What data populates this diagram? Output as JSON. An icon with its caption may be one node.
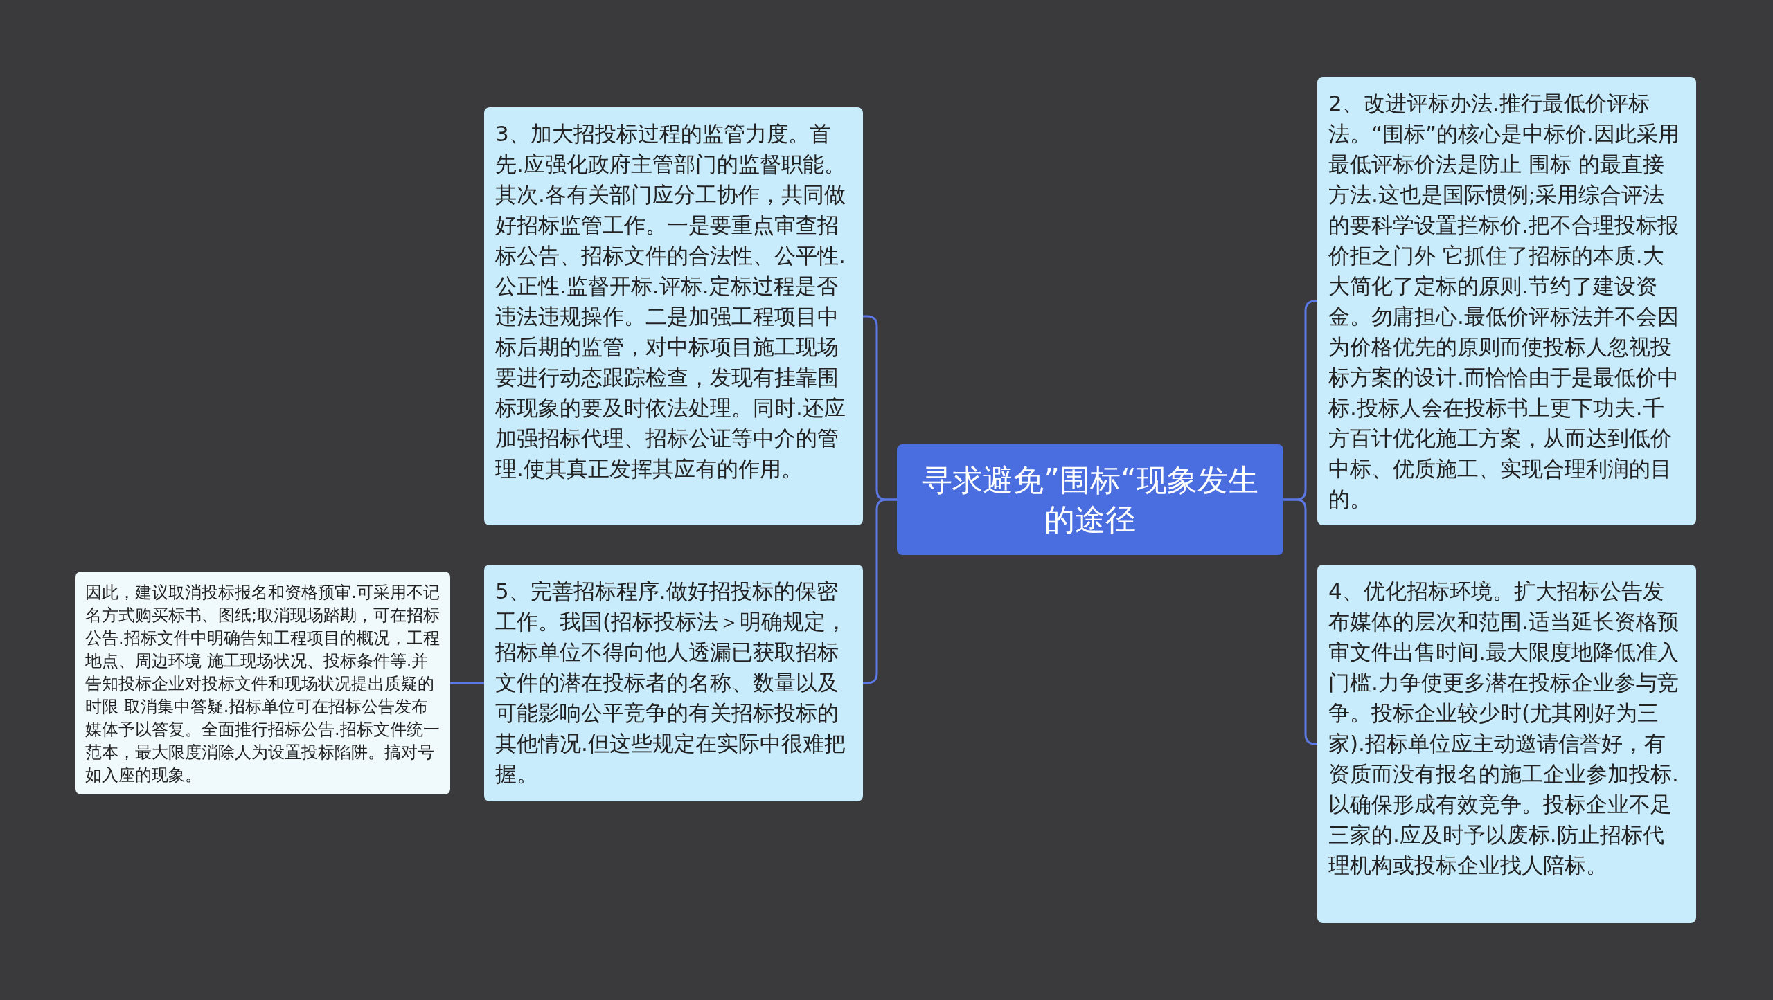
{
  "diagram": {
    "nodes": [
      {
        "text": [
          "寻求避免”围标“现象发生的途径"
        ]
      },
      {
        "text": [
          "3、加大招投标过程的监管力度。首先.应强化政府主管部门的监督职能。其次.各有关部门应分工协作，共同做好招标监管工作。一是要重点审查招标公告、招标文件的合法性、公平性.公正性.监督开标.评标.定标过程是否违法违规操作。二是加强工程项目中标后期的监管，对中标项目施工现场要进行动态跟踪检查，发现有挂靠围标现象的要及时依法处理。同时.还应加强招标代理、招标公证等中介的管理.使其真正发挥其应有的作用。"
        ]
      },
      {
        "text": [
          "5、完善招标程序.做好招投标的保密工作。我国(招标投标法＞明确规定，招标单位不得向他人透漏已获取招标文件的潜在投标者的名称、数量以及可能影响公平竞争的有关招标投标的其他情况.但这些规定在实际中很难把握。"
        ]
      },
      {
        "text": [
          "因此，建议取消投标报名和资格预审.可采用不记名方式购买标书、图纸;取消现场踏勘，可在招标公告.招标文件中明确告知工程项目的概况，工程地点、周边环境 施工现场状况、投标条件等.并告知投标企业对投标文件和现场状况提出质疑的时限 取消集中答疑.招标单位可在招标公告发布媒体予以答复。全面推行招标公告.招标文件统一范本，最大限度消除人为设置投标陷阱。搞对号如入座的现象。"
        ]
      },
      {
        "text": [
          "2、改进评标办法.推行最低价评标法。“围标”的核心是中标价.因此采用最低评标价法是防止 围标 的最直接方法.这也是国际惯例;采用综合评法的要科学设置拦标价.把不合理投标报价拒之门外 它抓住了招标的本质.大大简化了定标的原则.节约了建设资金。勿庸担心.最低价评标法并不会因为价格优先的原则而使投标人忽视投标方案的设计.而恰恰由于是最低价中标.投标人会在投标书上更下功夫.千方百计优化施工方案，从而达到低价中标、优质施工、实现合理利润的目的。"
        ]
      },
      {
        "text": [
          "4、优化招标环境。扩大招标公告发布媒体的层次和范围.适当延长资格预审文件出售时间.最大限度地降低准入门槛.力争使更多潜在投标企业参与竞争。投标企业较少时(尤其刚好为三家).招标单位应主动邀请信誉好，有资质而没有报名的施工企业参加投标.以确保形成有效竞争。投标企业不足三家的.应及时予以废标.防止招标代理机构或投标企业找人陪标。"
        ]
      }
    ],
    "edges": [
      {
        "from": 0,
        "to": 1,
        "arrow": "none"
      },
      {
        "from": 0,
        "to": 2,
        "arrow": "none"
      },
      {
        "from": 2,
        "to": 3,
        "arrow": "none"
      },
      {
        "from": 0,
        "to": 4,
        "arrow": "none"
      },
      {
        "from": 0,
        "to": 5,
        "arrow": "none"
      }
    ]
  }
}
